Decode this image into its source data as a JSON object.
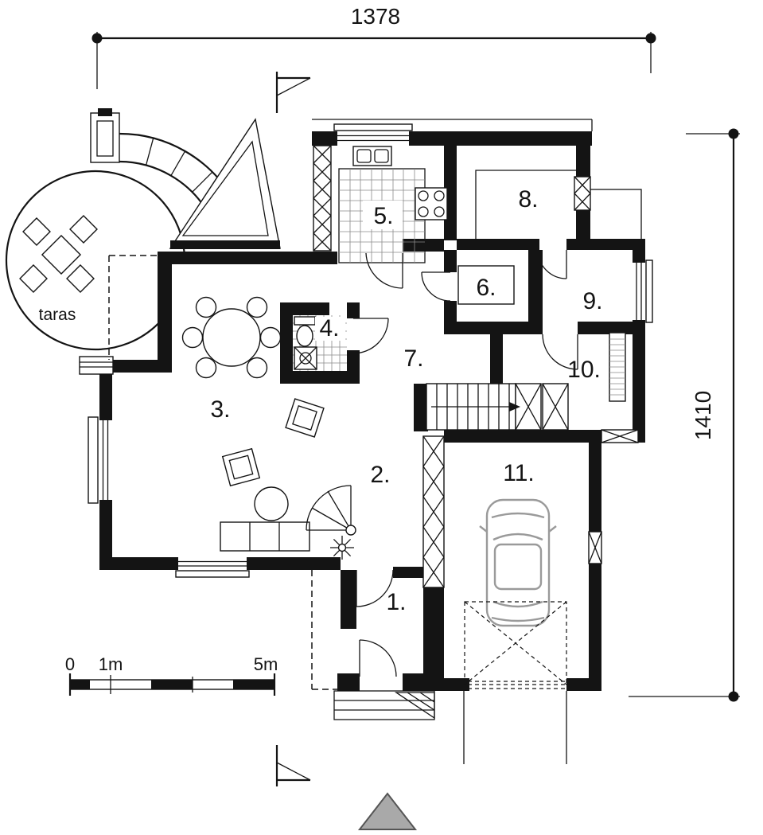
{
  "meta": {
    "type": "house-floor-plan"
  },
  "dimensions": {
    "width": "1378",
    "height": "1410"
  },
  "labels": {
    "terrace": "taras"
  },
  "scale_bar": {
    "zero": "0",
    "one_m": "1m",
    "five_m": "5m"
  },
  "rooms": [
    {
      "num": "1."
    },
    {
      "num": "2."
    },
    {
      "num": "3."
    },
    {
      "num": "4."
    },
    {
      "num": "5."
    },
    {
      "num": "6."
    },
    {
      "num": "7."
    },
    {
      "num": "8."
    },
    {
      "num": "9."
    },
    {
      "num": "10."
    },
    {
      "num": "11."
    }
  ],
  "colors": {
    "wall": "#141414",
    "tile": "#8a8a8a",
    "car": "#9a9a9a",
    "north-fill": "#a9a9a9",
    "north-stroke": "#555555"
  }
}
